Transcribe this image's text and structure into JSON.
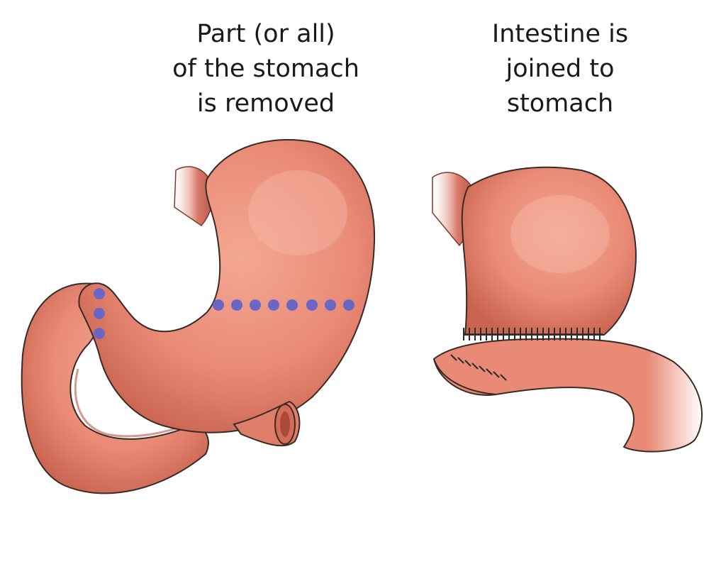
{
  "captions": {
    "before": "Part (or all)\nof the stomach\nis removed",
    "after": "Intestine is\njoined to\nstomach"
  },
  "colors": {
    "tissue": "#e98a76",
    "tissue_dark": "#c45a4a",
    "outline": "#3a2a26",
    "cut_marker": "#6b66c4",
    "staples": "#2b2b2b",
    "background": "#ffffff",
    "text": "#1a1a1a"
  },
  "icons": {
    "before": "stomach-before-surgery-illustration",
    "after": "stomach-after-surgery-illustration"
  }
}
